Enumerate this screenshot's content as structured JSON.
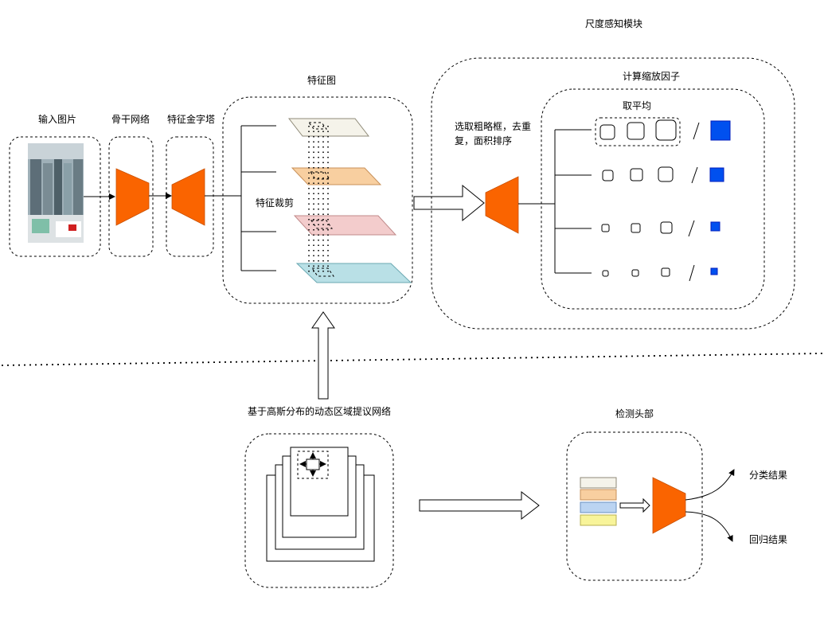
{
  "labels": {
    "input_image": "输入图片",
    "backbone": "骨干网络",
    "fpn": "特征金字塔",
    "feature_map": "特征图",
    "feature_crop": "特征裁剪",
    "scale_module": "尺度感知模块",
    "compute_scale": "计算缩放因子",
    "average": "取平均",
    "select_boxes": "选取粗略框，去重复，面积排序",
    "region_proposal": "基于高斯分布的动态区域提议网络",
    "detection_head": "检测头部",
    "cls_result": "分类结果",
    "reg_result": "回归结果"
  },
  "colors": {
    "orange": "#FA6400",
    "blue": "#0050EF",
    "layer_top": "#F5F3EA",
    "layer_orange": "#F8CFA0",
    "layer_pink": "#F3CCCC",
    "layer_cyan": "#B9E0E6",
    "layer_blue": "#BBD4F2",
    "layer_yellow": "#F8F49A"
  }
}
